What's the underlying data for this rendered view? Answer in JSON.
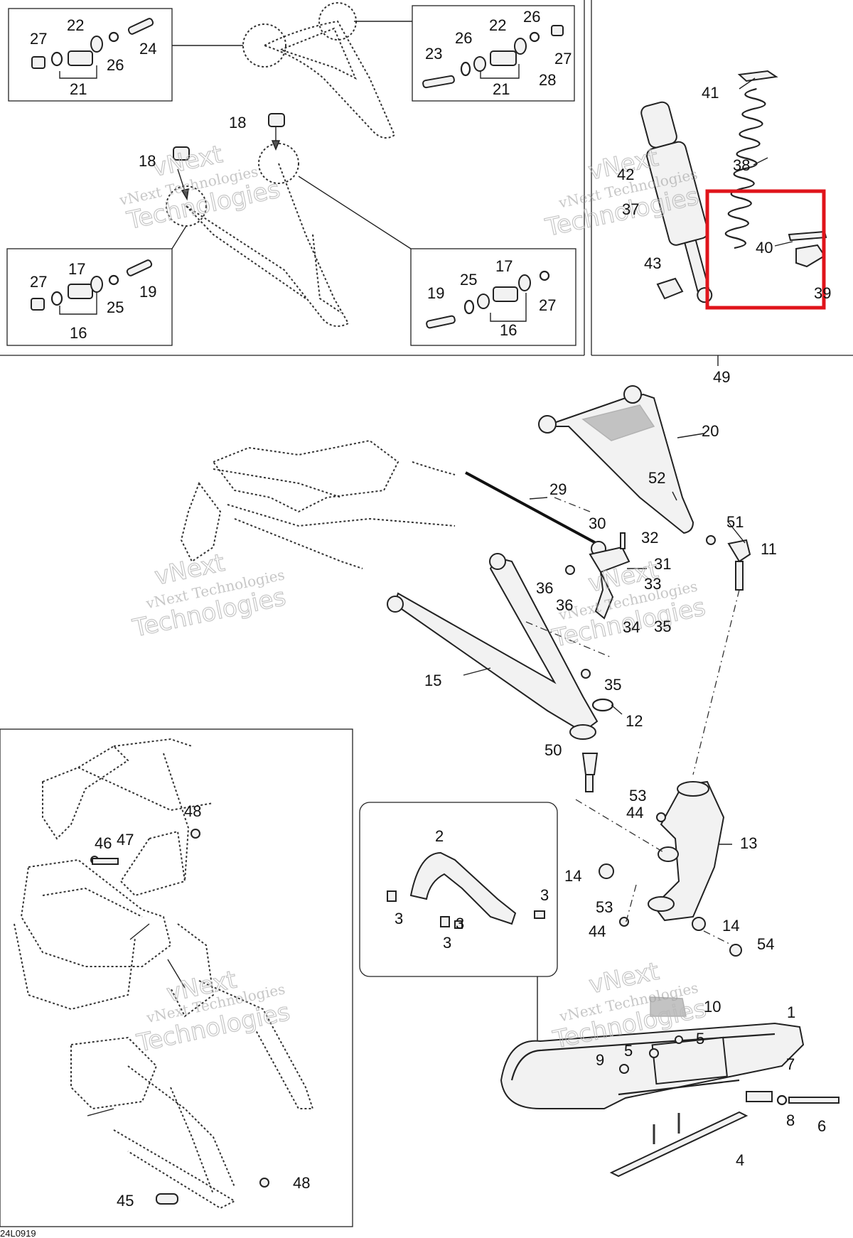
{
  "drawing_code": "24L0919",
  "watermark": {
    "line1": "vNext",
    "line2": "vNext Technologies",
    "line3": "Technologies"
  },
  "highlight": {
    "color": "#e0141b"
  },
  "callouts": {
    "c27a": "27",
    "c22a": "22",
    "c24": "24",
    "c26a": "26",
    "c21a": "21",
    "c26b": "26",
    "c22b": "22",
    "c26c": "26",
    "c23": "23",
    "c27b": "27",
    "c28": "28",
    "c21b": "21",
    "c18a": "18",
    "c18b": "18",
    "c27c": "27",
    "c17a": "17",
    "c19a": "19",
    "c25a": "25",
    "c16a": "16",
    "c17b": "17",
    "c19b": "19",
    "c25b": "25",
    "c27d": "27",
    "c16b": "16",
    "c41": "41",
    "c42": "42",
    "c38": "38",
    "c37": "37",
    "c40": "40",
    "c43": "43",
    "c39": "39",
    "c49": "49",
    "c20": "20",
    "c29": "29",
    "c52": "52",
    "c30": "30",
    "c32": "32",
    "c51": "51",
    "c11": "11",
    "c31": "31",
    "c36a": "36",
    "c33": "33",
    "c36b": "36",
    "c34": "34",
    "c35a": "35",
    "c15": "15",
    "c35b": "35",
    "c12": "12",
    "c50": "50",
    "c53a": "53",
    "c44a": "44",
    "c13": "13",
    "c14a": "14",
    "c53b": "53",
    "c44b": "44",
    "c14b": "14",
    "c54": "54",
    "c2": "2",
    "c3a": "3",
    "c3b": "3",
    "c3c": "3",
    "c3d": "3",
    "c10": "10",
    "c1": "1",
    "c5a": "5",
    "c5b": "5",
    "c9": "9",
    "c7": "7",
    "c8": "8",
    "c6": "6",
    "c4": "4",
    "c48a": "48",
    "c46": "46",
    "c47": "47",
    "c48b": "48",
    "c45": "45"
  }
}
